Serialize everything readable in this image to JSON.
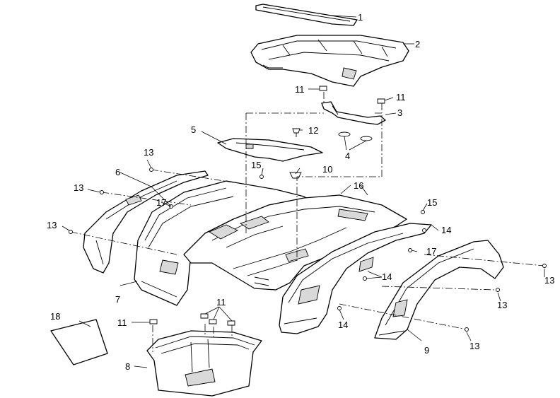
{
  "diagram": {
    "background": "#ffffff",
    "line_color": "#000000",
    "callouts": [
      {
        "id": "c1",
        "text": "1"
      },
      {
        "id": "c2",
        "text": "2"
      },
      {
        "id": "c3",
        "text": "3"
      },
      {
        "id": "c4",
        "text": "4"
      },
      {
        "id": "c5",
        "text": "5"
      },
      {
        "id": "c6",
        "text": "6"
      },
      {
        "id": "c7",
        "text": "7"
      },
      {
        "id": "c8",
        "text": "8"
      },
      {
        "id": "c9",
        "text": "9"
      },
      {
        "id": "c10",
        "text": "10"
      },
      {
        "id": "c11a",
        "text": "11"
      },
      {
        "id": "c11b",
        "text": "11"
      },
      {
        "id": "c11c",
        "text": "11"
      },
      {
        "id": "c11d",
        "text": "11"
      },
      {
        "id": "c12",
        "text": "12"
      },
      {
        "id": "c13a",
        "text": "13"
      },
      {
        "id": "c13b",
        "text": "13"
      },
      {
        "id": "c13c",
        "text": "13"
      },
      {
        "id": "c13d",
        "text": "13"
      },
      {
        "id": "c13e",
        "text": "13"
      },
      {
        "id": "c13f",
        "text": "13"
      },
      {
        "id": "c14a",
        "text": "14"
      },
      {
        "id": "c14b",
        "text": "14"
      },
      {
        "id": "c14c",
        "text": "14"
      },
      {
        "id": "c15a",
        "text": "15"
      },
      {
        "id": "c15b",
        "text": "15"
      },
      {
        "id": "c16",
        "text": "16"
      },
      {
        "id": "c17a",
        "text": "17"
      },
      {
        "id": "c17b",
        "text": "17"
      },
      {
        "id": "c18",
        "text": "18"
      }
    ]
  }
}
